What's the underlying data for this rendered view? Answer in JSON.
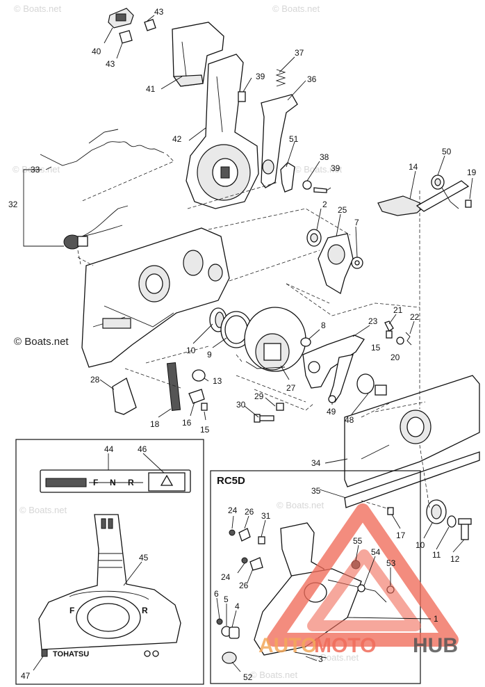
{
  "watermarks": {
    "corner": "© Boats.net",
    "main": "© Boats.net",
    "faint": "© Boats.net"
  },
  "inset_label": "RC5D",
  "brand_overlay": {
    "auto": "AUTO",
    "moto": "MOTO",
    "hub": "HUB",
    "color": "#f06c5a"
  },
  "brand_marks": {
    "tohatsu": "TOHATSU",
    "gauge_f": "F",
    "gauge_n": "N",
    "gauge_r": "R",
    "body_f": "F",
    "body_r": "R"
  },
  "callouts": [
    {
      "id": "c40",
      "text": "40"
    },
    {
      "id": "c43a",
      "text": "43"
    },
    {
      "id": "c43b",
      "text": "43"
    },
    {
      "id": "c41",
      "text": "41"
    },
    {
      "id": "c37",
      "text": "37"
    },
    {
      "id": "c39a",
      "text": "39"
    },
    {
      "id": "c36",
      "text": "36"
    },
    {
      "id": "c42",
      "text": "42"
    },
    {
      "id": "c51",
      "text": "51"
    },
    {
      "id": "c38",
      "text": "38"
    },
    {
      "id": "c39b",
      "text": "39"
    },
    {
      "id": "c50",
      "text": "50"
    },
    {
      "id": "c14",
      "text": "14"
    },
    {
      "id": "c19",
      "text": "19"
    },
    {
      "id": "c33",
      "text": "33"
    },
    {
      "id": "c32",
      "text": "32"
    },
    {
      "id": "c2",
      "text": "2"
    },
    {
      "id": "c25",
      "text": "25"
    },
    {
      "id": "c7",
      "text": "7"
    },
    {
      "id": "c8",
      "text": "8"
    },
    {
      "id": "c23",
      "text": "23"
    },
    {
      "id": "c21",
      "text": "21"
    },
    {
      "id": "c22",
      "text": "22"
    },
    {
      "id": "c15a",
      "text": "15"
    },
    {
      "id": "c20",
      "text": "20"
    },
    {
      "id": "c10a",
      "text": "10"
    },
    {
      "id": "c9",
      "text": "9"
    },
    {
      "id": "c28",
      "text": "28"
    },
    {
      "id": "c13",
      "text": "13"
    },
    {
      "id": "c27",
      "text": "27"
    },
    {
      "id": "c49",
      "text": "49"
    },
    {
      "id": "c48",
      "text": "48"
    },
    {
      "id": "c29",
      "text": "29"
    },
    {
      "id": "c30",
      "text": "30"
    },
    {
      "id": "c18",
      "text": "18"
    },
    {
      "id": "c16",
      "text": "16"
    },
    {
      "id": "c15b",
      "text": "15"
    },
    {
      "id": "c34",
      "text": "34"
    },
    {
      "id": "c44",
      "text": "44"
    },
    {
      "id": "c46",
      "text": "46"
    },
    {
      "id": "c35",
      "text": "35"
    },
    {
      "id": "c24a",
      "text": "24"
    },
    {
      "id": "c26a",
      "text": "26"
    },
    {
      "id": "c31",
      "text": "31"
    },
    {
      "id": "c17",
      "text": "17"
    },
    {
      "id": "c10b",
      "text": "10"
    },
    {
      "id": "c11",
      "text": "11"
    },
    {
      "id": "c12",
      "text": "12"
    },
    {
      "id": "c45",
      "text": "45"
    },
    {
      "id": "c55",
      "text": "55"
    },
    {
      "id": "c54",
      "text": "54"
    },
    {
      "id": "c53",
      "text": "53"
    },
    {
      "id": "c24b",
      "text": "24"
    },
    {
      "id": "c26b",
      "text": "26"
    },
    {
      "id": "c6",
      "text": "6"
    },
    {
      "id": "c5",
      "text": "5"
    },
    {
      "id": "c4",
      "text": "4"
    },
    {
      "id": "c1",
      "text": "1"
    },
    {
      "id": "c3",
      "text": "3"
    },
    {
      "id": "c52",
      "text": "52"
    },
    {
      "id": "c47",
      "text": "47"
    }
  ]
}
